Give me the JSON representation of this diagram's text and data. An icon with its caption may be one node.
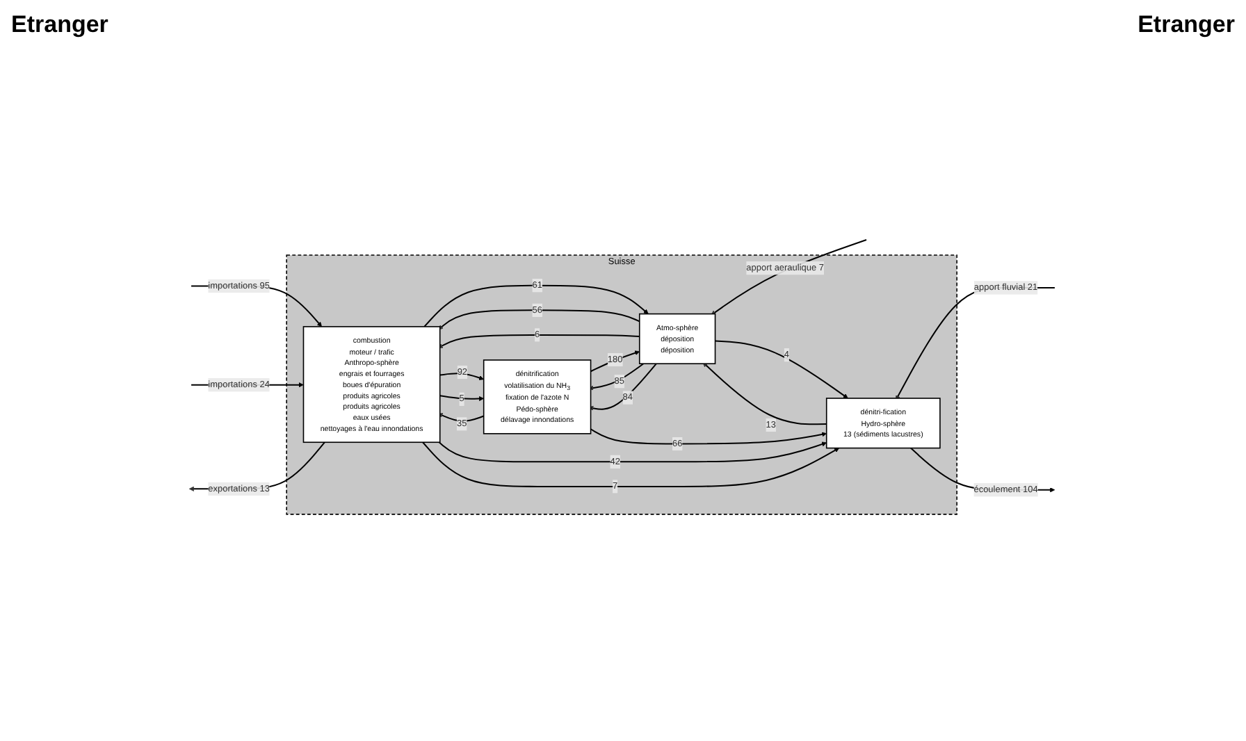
{
  "diagram": {
    "nodes": [
      {
        "text": [
          "Suisse"
        ]
      },
      {
        "text": [
          "combustion",
          "moteur / trafic",
          "Anthropo-sphère",
          "engrais et fourrages",
          "boues d'épuration",
          "produits agricoles",
          "produits agricoles",
          "eaux usées",
          "nettoyages à l'eau innondations"
        ],
        "in": 0
      },
      {
        "text": [
          "dénitrification",
          "volatilisation du NH$_{3}$",
          "fixation de l'azote N",
          "Pédo-sphère",
          "délavage innondations"
        ],
        "in": 0
      },
      {
        "text": [
          "Atmo-sphère",
          "déposition",
          "déposition"
        ],
        "in": 0
      },
      {
        "text": [
          "dénitri-fication",
          "Hydro-sphère",
          "13 (sédiments lacustres)"
        ],
        "in": 0
      }
    ],
    "edges": [
      {
        "from": 1,
        "to": 3,
        "arrow": "to",
        "label": "61"
      },
      {
        "from": 3,
        "to": 1,
        "arrow": "to",
        "label": "56"
      },
      {
        "from": 3,
        "to": 1,
        "arrow": "to",
        "label": "6"
      },
      {
        "from": null,
        "to": 3,
        "arrow": "to",
        "label": "apport aeraulique 7"
      },
      {
        "from": 2,
        "to": 3,
        "arrow": "to",
        "label": "180"
      },
      {
        "from": 3,
        "to": 2,
        "arrow": "to",
        "label": "85"
      },
      {
        "from": 1,
        "to": 2,
        "arrow": "to",
        "label": "92"
      },
      {
        "from": 3,
        "to": 2,
        "arrow": "to",
        "label": "84"
      },
      {
        "from": 1,
        "to": 2,
        "arrow": "to",
        "label": "5"
      },
      {
        "from": null,
        "to": 1,
        "arrow": "to",
        "label": "importations 95"
      },
      {
        "from": 3,
        "to": 4,
        "arrow": "to",
        "label": "4"
      },
      {
        "from": 4,
        "to": 3,
        "arrow": "to",
        "label": "13"
      },
      {
        "from": null,
        "to": 1,
        "arrow": "to",
        "label": "importations 24"
      },
      {
        "from": 2,
        "to": 4,
        "arrow": "to",
        "label": "66"
      },
      {
        "from": null,
        "to": 4,
        "arrow": "to",
        "label": "apport fluvial 21"
      },
      {
        "from": 1,
        "to": null,
        "arrow": "to",
        "label": "exportations 13"
      },
      {
        "from": 2,
        "to": 1,
        "arrow": "to",
        "label": "35"
      },
      {
        "from": 1,
        "to": 4,
        "arrow": "to",
        "label": "42"
      },
      {
        "from": 4,
        "to": null,
        "arrow": "to",
        "label": "écoulement 104"
      },
      {
        "from": 1,
        "to": 4,
        "arrow": "to",
        "label": "7"
      }
    ],
    "labels": [
      "Etranger",
      "Etranger"
    ]
  }
}
